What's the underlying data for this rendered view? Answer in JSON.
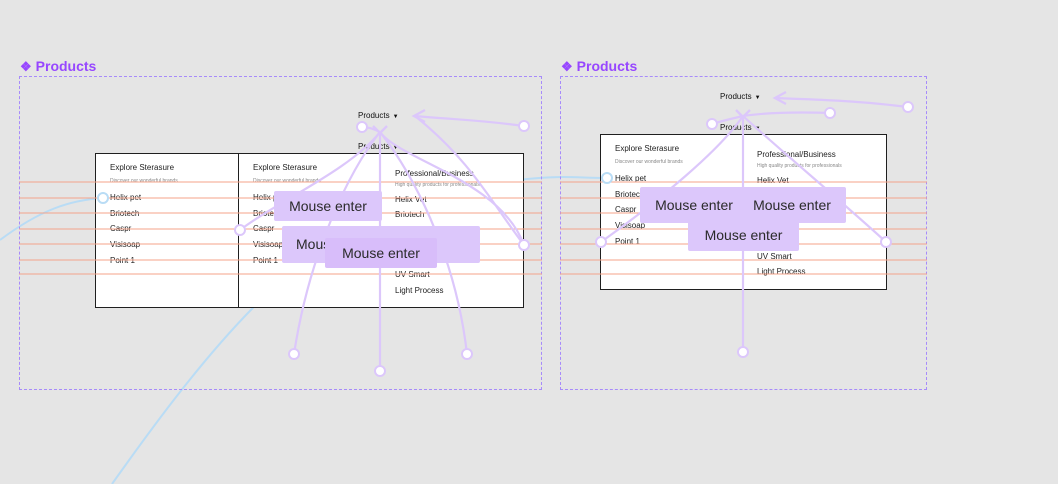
{
  "components": [
    {
      "title": "Products",
      "nav_primary": "Products",
      "nav_secondary": "Products",
      "left_menu": {
        "heading": "Explore Sterasure",
        "subheading": "Discover our wonderful brands",
        "items": [
          "Helix pet",
          "Briotech",
          "Caspr",
          "Visisoap",
          "Point 1"
        ]
      },
      "mid_menu": {
        "heading": "Explore Sterasure",
        "subheading": "Discover our wonderful brands",
        "items": [
          "Helix p",
          "Briote",
          "Caspr",
          "Visisoap",
          "Point 1"
        ]
      },
      "right_menu": {
        "heading": "Professional/Business",
        "subheading": "High quality products for professionals",
        "items": [
          "Helix Vet",
          "Briotech",
          "UV Smart",
          "Light Process"
        ]
      },
      "triggers": [
        "Mouse enter",
        "Mouse enter",
        "Mouse enter",
        "Mouse enter"
      ]
    },
    {
      "title": "Products",
      "nav_primary": "Products",
      "nav_secondary": "Products",
      "left_menu": {
        "heading": "Explore Sterasure",
        "subheading": "Discover our wonderful brands",
        "items": [
          "Helix pet",
          "Briotech",
          "Caspr",
          "Visisoap",
          "Point 1"
        ]
      },
      "right_menu": {
        "heading": "Professional/Business",
        "subheading": "High quality products for professionals",
        "items": [
          "Helix Vet",
          "UV Smart",
          "Light Process"
        ]
      },
      "triggers": [
        "Mouse enter",
        "Mouse enter",
        "Mouse enter"
      ]
    }
  ],
  "colors": {
    "canvas": "#e5e5e5",
    "component_accent": "#9747ff",
    "prototype_link": "#dcc7fb",
    "flow_line": "#b9dcf5",
    "guide_line": "#f4a38a"
  },
  "icons": {
    "component": "component-diamond-icon",
    "caret": "caret-down-icon"
  }
}
